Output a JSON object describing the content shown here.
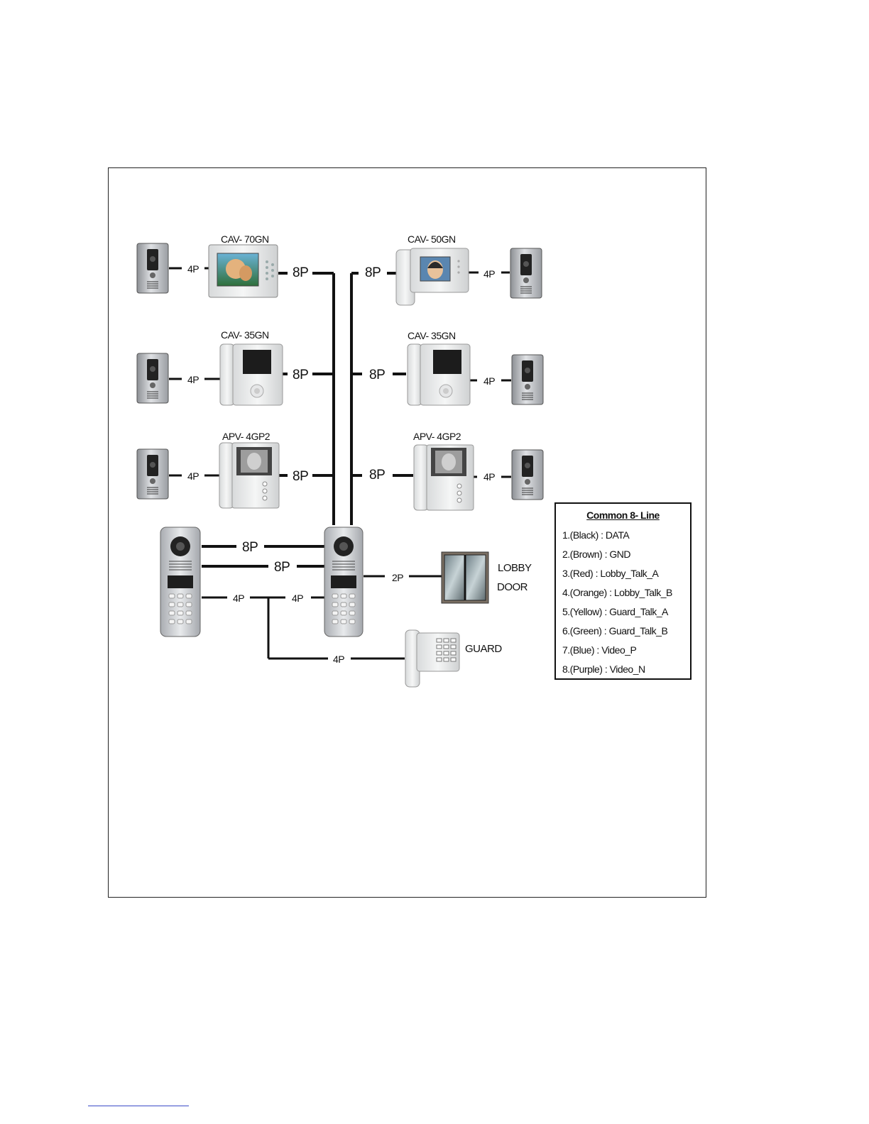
{
  "devices": {
    "monitor_left_1": "CAV- 70GN",
    "monitor_right_1": "CAV- 50GN",
    "monitor_left_2": "CAV- 35GN",
    "monitor_right_2": "CAV- 35GN",
    "monitor_left_3": "APV- 4GP2",
    "monitor_right_3": "APV- 4GP2"
  },
  "connectors": {
    "four_pin": "4P",
    "eight_pin": "8P",
    "two_pin": "2P"
  },
  "lobby_label": {
    "line1": "LOBBY",
    "line2": "DOOR"
  },
  "guard_label": "GUARD",
  "legend": {
    "title": "Common 8- Line",
    "lines": [
      "1.(Black) : DATA",
      "2.(Brown) : GND",
      "3.(Red) : Lobby_Talk_A",
      "4.(Orange) : Lobby_Talk_B",
      "5.(Yellow) : Guard_Talk_A",
      "6.(Green) : Guard_Talk_B",
      "7.(Blue) : Video_P",
      "8.(Purple) : Video_N"
    ]
  }
}
